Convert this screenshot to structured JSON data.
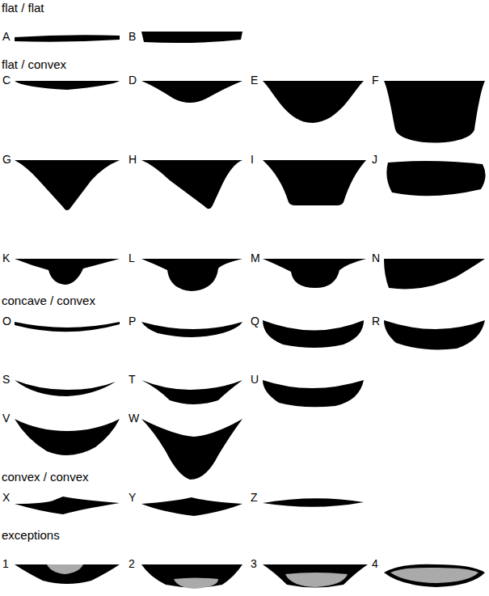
{
  "diagram": {
    "labels": [
      "flat / flat",
      "A",
      "B",
      "flat / convex",
      "C",
      "D",
      "E",
      "F",
      "G",
      "H",
      "I",
      "J",
      "K",
      "L",
      "M",
      "N",
      "concave / convex",
      "O",
      "P",
      "Q",
      "R",
      "S",
      "T",
      "U",
      "V",
      "W",
      "convex / convex",
      "X",
      "Y",
      "Z",
      "exceptions",
      "1",
      "2",
      "3",
      "4"
    ]
  }
}
